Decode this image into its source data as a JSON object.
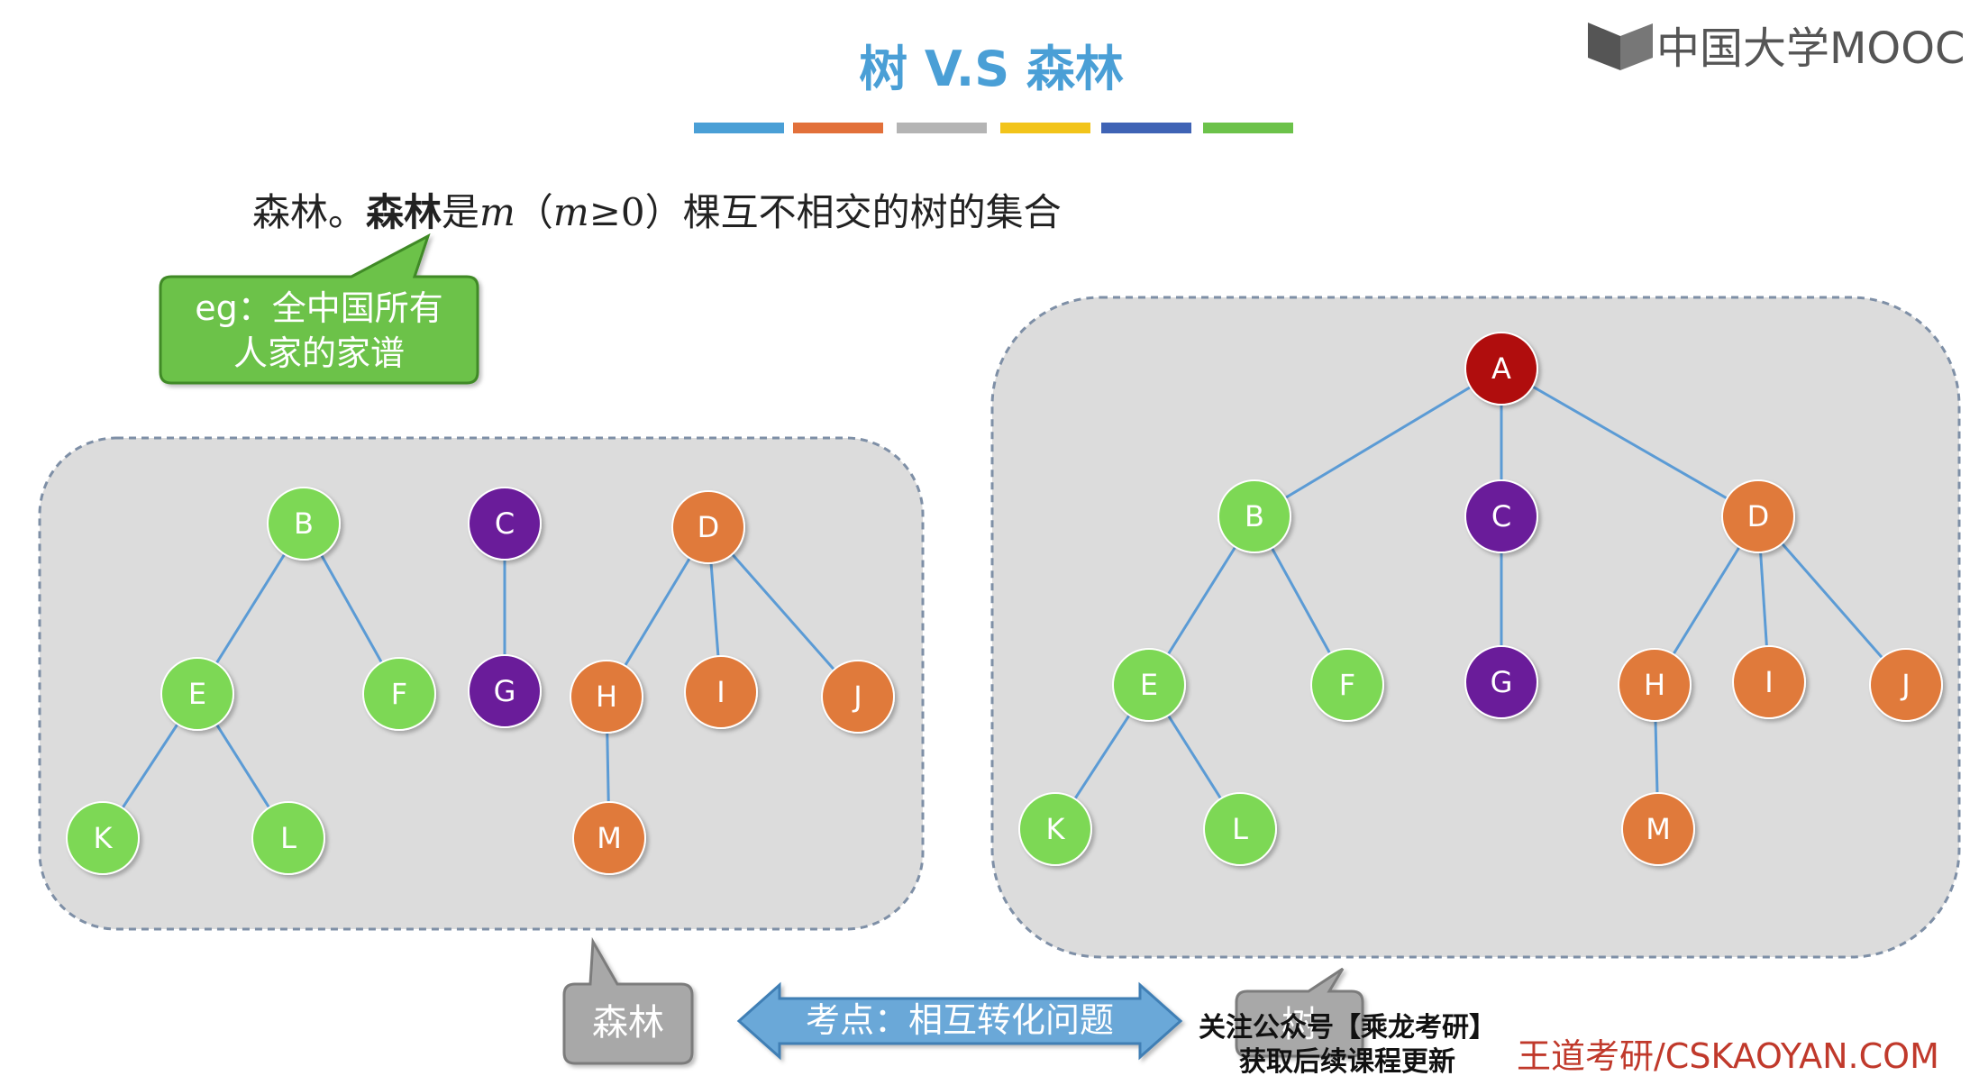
{
  "logo": {
    "text": "中国大学MOOC"
  },
  "title": "树 V.S 森林",
  "color_bar": [
    "#4a9fd6",
    "#e2703a",
    "#b4b4b4",
    "#f2c41a",
    "#3f63b5",
    "#6cc24a"
  ],
  "definition": {
    "prefix": "森林。",
    "bold": "森林",
    "mid": "是",
    "m1": "m",
    "paren_open": "（",
    "m2": "m",
    "cond": "≥0",
    "paren_close": "）",
    "suffix": "棵互不相交的树的集合"
  },
  "example_callout": {
    "line1": "eg：全中国所有",
    "line2": "人家的家谱"
  },
  "colors": {
    "green": "#7dd855",
    "purple": "#6a1a9a",
    "orange": "#e07a3a",
    "red": "#b01010",
    "edge": "#5b9bd5",
    "panel": "#dcdcdc",
    "callout_green": "#6cc24a"
  },
  "forest": {
    "label": "森林",
    "nodes": [
      {
        "id": "B",
        "label": "B",
        "color": "green"
      },
      {
        "id": "E",
        "label": "E",
        "color": "green"
      },
      {
        "id": "F",
        "label": "F",
        "color": "green"
      },
      {
        "id": "K",
        "label": "K",
        "color": "green"
      },
      {
        "id": "L",
        "label": "L",
        "color": "green"
      },
      {
        "id": "C",
        "label": "C",
        "color": "purple"
      },
      {
        "id": "G",
        "label": "G",
        "color": "purple"
      },
      {
        "id": "D",
        "label": "D",
        "color": "orange"
      },
      {
        "id": "H",
        "label": "H",
        "color": "orange"
      },
      {
        "id": "I",
        "label": "I",
        "color": "orange"
      },
      {
        "id": "J",
        "label": "J",
        "color": "orange"
      },
      {
        "id": "M",
        "label": "M",
        "color": "orange"
      }
    ],
    "edges": [
      [
        "B",
        "E"
      ],
      [
        "B",
        "F"
      ],
      [
        "E",
        "K"
      ],
      [
        "E",
        "L"
      ],
      [
        "C",
        "G"
      ],
      [
        "D",
        "H"
      ],
      [
        "D",
        "I"
      ],
      [
        "D",
        "J"
      ],
      [
        "H",
        "M"
      ]
    ]
  },
  "tree": {
    "label": "树",
    "nodes": [
      {
        "id": "A",
        "label": "A",
        "color": "red"
      },
      {
        "id": "B",
        "label": "B",
        "color": "green"
      },
      {
        "id": "C",
        "label": "C",
        "color": "purple"
      },
      {
        "id": "D",
        "label": "D",
        "color": "orange"
      },
      {
        "id": "E",
        "label": "E",
        "color": "green"
      },
      {
        "id": "F",
        "label": "F",
        "color": "green"
      },
      {
        "id": "G",
        "label": "G",
        "color": "purple"
      },
      {
        "id": "H",
        "label": "H",
        "color": "orange"
      },
      {
        "id": "I",
        "label": "I",
        "color": "orange"
      },
      {
        "id": "J",
        "label": "J",
        "color": "orange"
      },
      {
        "id": "K",
        "label": "K",
        "color": "green"
      },
      {
        "id": "L",
        "label": "L",
        "color": "green"
      },
      {
        "id": "M",
        "label": "M",
        "color": "orange"
      }
    ],
    "edges": [
      [
        "A",
        "B"
      ],
      [
        "A",
        "C"
      ],
      [
        "A",
        "D"
      ],
      [
        "B",
        "E"
      ],
      [
        "B",
        "F"
      ],
      [
        "C",
        "G"
      ],
      [
        "D",
        "H"
      ],
      [
        "D",
        "I"
      ],
      [
        "D",
        "J"
      ],
      [
        "E",
        "K"
      ],
      [
        "E",
        "L"
      ],
      [
        "H",
        "M"
      ]
    ]
  },
  "arrow_text": "考点：相互转化问题",
  "watermark": {
    "line1": "关注公众号【乘龙考研】",
    "line2": "获取后续课程更新"
  },
  "footer_brand": "王道考研/CSKAOYAN.COM"
}
